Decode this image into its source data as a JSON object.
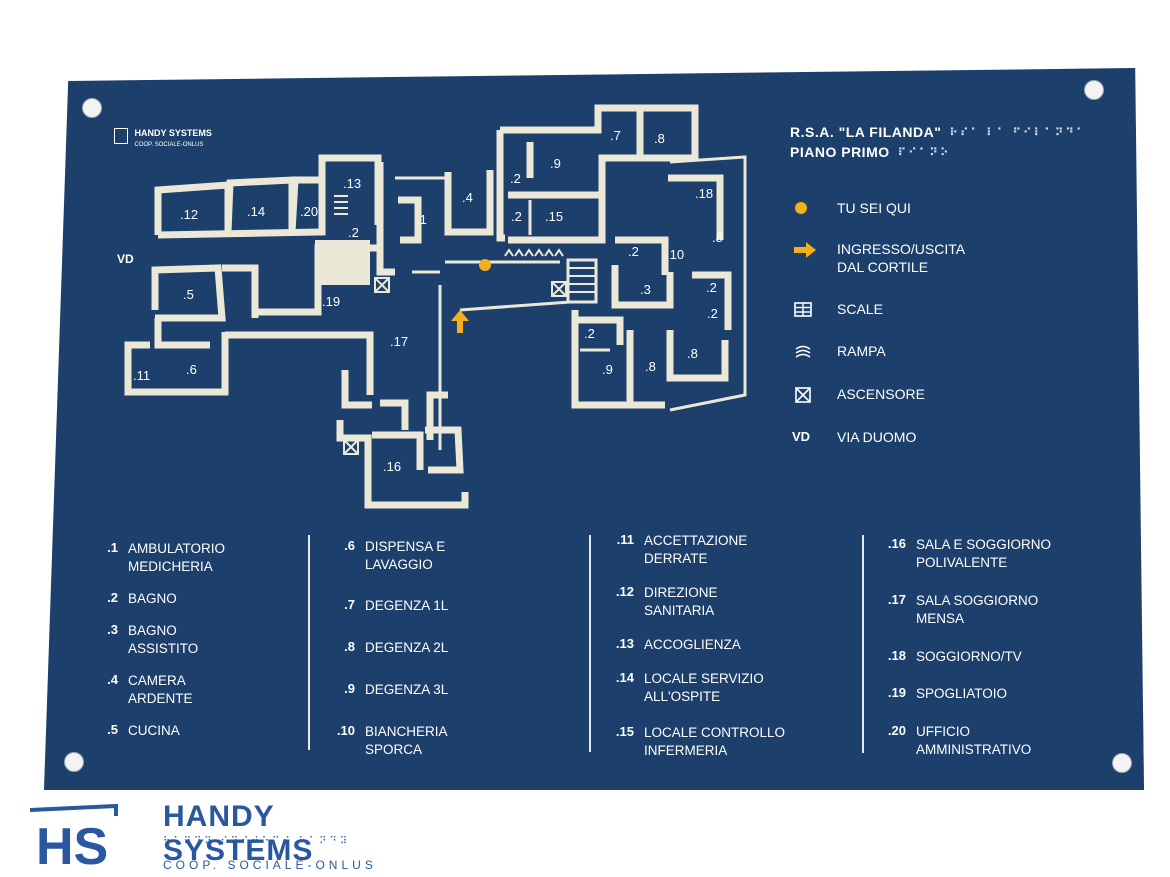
{
  "header": {
    "title_line1": "R.S.A. \"LA FILANDA\"",
    "title_line2": "PIANO PRIMO"
  },
  "small_logo": {
    "name": "HANDY SYSTEMS",
    "tagline": "COOP. SOCIALE-ONLUS"
  },
  "map": {
    "vd_label": "VD",
    "room_labels": [
      {
        "id": "12",
        "text": ".12"
      },
      {
        "id": "14",
        "text": ".14"
      },
      {
        "id": "20",
        "text": ".20"
      },
      {
        "id": "13",
        "text": ".13"
      },
      {
        "id": "2a",
        "text": ".2"
      },
      {
        "id": "1",
        "text": ".1"
      },
      {
        "id": "4",
        "text": ".4"
      },
      {
        "id": "7",
        "text": ".7"
      },
      {
        "id": "8a",
        "text": ".8"
      },
      {
        "id": "9a",
        "text": ".9"
      },
      {
        "id": "2b",
        "text": ".2"
      },
      {
        "id": "2c",
        "text": ".2"
      },
      {
        "id": "15",
        "text": ".15"
      },
      {
        "id": "18",
        "text": ".18"
      },
      {
        "id": "8b",
        "text": ".8"
      },
      {
        "id": "2d",
        "text": ".2"
      },
      {
        "id": "10",
        "text": ".10"
      },
      {
        "id": "3",
        "text": ".3"
      },
      {
        "id": "2e",
        "text": ".2"
      },
      {
        "id": "2f",
        "text": ".2"
      },
      {
        "id": "2g",
        "text": ".2"
      },
      {
        "id": "5",
        "text": ".5"
      },
      {
        "id": "19",
        "text": ".19"
      },
      {
        "id": "17",
        "text": ".17"
      },
      {
        "id": "6",
        "text": ".6"
      },
      {
        "id": "11",
        "text": ".11"
      },
      {
        "id": "9b",
        "text": ".9"
      },
      {
        "id": "8c",
        "text": ".8"
      },
      {
        "id": "8d",
        "text": ".8"
      },
      {
        "id": "16",
        "text": ".16"
      }
    ]
  },
  "legend": [
    {
      "icon": "you-are-here-icon",
      "label": "TU SEI QUI"
    },
    {
      "icon": "entrance-arrow-icon",
      "label": "INGRESSO/USCITA\nDAL CORTILE"
    },
    {
      "icon": "stairs-icon",
      "label": "SCALE"
    },
    {
      "icon": "ramp-icon",
      "label": "RAMPA"
    },
    {
      "icon": "elevator-icon",
      "label": "ASCENSORE"
    },
    {
      "icon": "vd-icon",
      "label": "VIA DUOMO",
      "code": "VD"
    }
  ],
  "key": [
    {
      "num": ".1",
      "desc": "AMBULATORIO\nMEDICHERIA"
    },
    {
      "num": ".2",
      "desc": "BAGNO"
    },
    {
      "num": ".3",
      "desc": "BAGNO\nASSISTITO"
    },
    {
      "num": ".4",
      "desc": "CAMERA\nARDENTE"
    },
    {
      "num": ".5",
      "desc": "CUCINA"
    },
    {
      "num": ".6",
      "desc": "DISPENSA E\nLAVAGGIO"
    },
    {
      "num": ".7",
      "desc": "DEGENZA 1L"
    },
    {
      "num": ".8",
      "desc": "DEGENZA 2L"
    },
    {
      "num": ".9",
      "desc": "DEGENZA 3L"
    },
    {
      "num": ".10",
      "desc": "BIANCHERIA\nSPORCA"
    },
    {
      "num": ".11",
      "desc": "ACCETTAZIONE\nDERRATE"
    },
    {
      "num": ".12",
      "desc": "DIREZIONE\nSANITARIA"
    },
    {
      "num": ".13",
      "desc": "ACCOGLIENZA"
    },
    {
      "num": ".14",
      "desc": "LOCALE SERVIZIO\nALL'OSPITE"
    },
    {
      "num": ".15",
      "desc": "LOCALE CONTROLLO\nINFERMERIA"
    },
    {
      "num": ".16",
      "desc": "SALA E SOGGIORNO\nPOLIVALENTE"
    },
    {
      "num": ".17",
      "desc": "SALA SOGGIORNO\nMENSA"
    },
    {
      "num": ".18",
      "desc": "SOGGIORNO/TV"
    },
    {
      "num": ".19",
      "desc": "SPOGLIATOIO"
    },
    {
      "num": ".20",
      "desc": "UFFICIO\nAMMINISTRATIVO"
    }
  ],
  "brand": {
    "name": "HANDY SYSTEMS",
    "tagline": "COOP. SOCIALE-ONLUS"
  },
  "colors": {
    "panel": "#1d3f6b",
    "wall": "#ece8d8",
    "marker": "#f3b01c",
    "brand": "#2a58a0"
  }
}
